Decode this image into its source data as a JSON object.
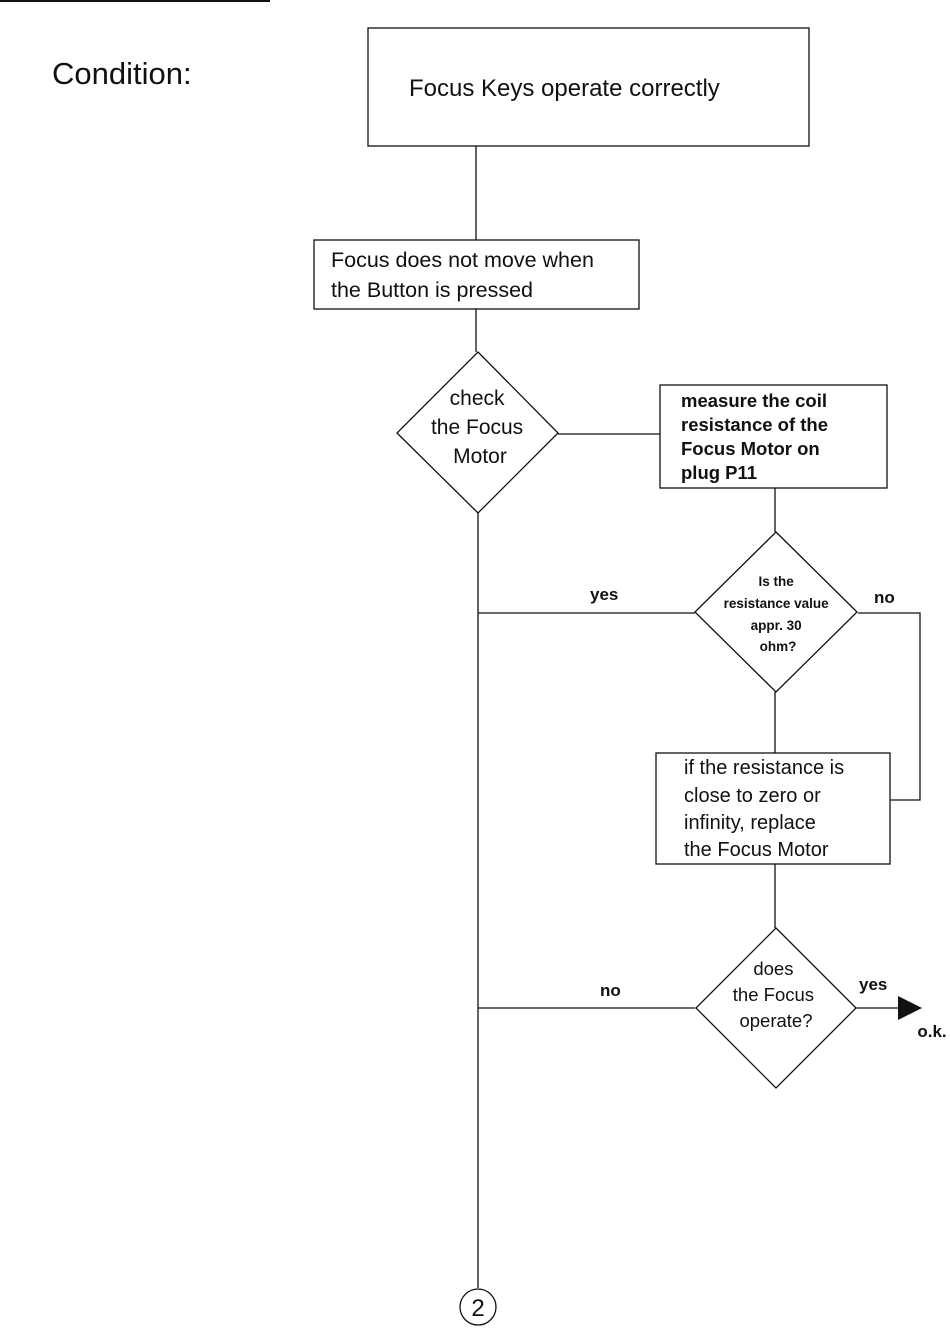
{
  "condition_label": "Condition:",
  "nodes": {
    "title_box": [
      "Focus Keys operate correctly"
    ],
    "symptom_box": [
      "Focus does not move when",
      "the Button is pressed"
    ],
    "check_motor": [
      "check",
      "the Focus",
      "Motor"
    ],
    "measure_box": [
      "measure the coil",
      "resistance of the",
      "Focus Motor on",
      "plug P11"
    ],
    "resistance_question": [
      "Is the",
      "resistance value",
      "appr. 30",
      "ohm?"
    ],
    "replace_box": [
      "if the resistance is",
      "close to zero or",
      "infinity, replace",
      "the Focus Motor"
    ],
    "focus_operate_question": [
      "does",
      "the Focus",
      "operate?"
    ],
    "connector": [
      "2"
    ],
    "ok_terminal": [
      "o.k."
    ]
  },
  "edge_labels": {
    "resistance_yes": "yes",
    "resistance_no": "no",
    "operate_no": "no",
    "operate_yes": "yes"
  }
}
